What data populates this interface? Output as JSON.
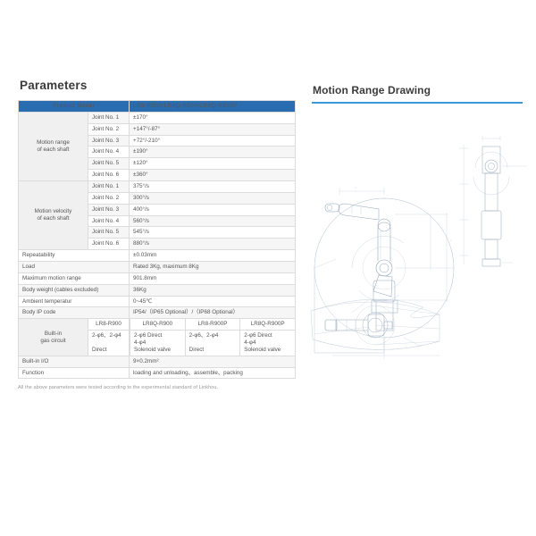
{
  "left": {
    "section_title": "Parameters",
    "table": {
      "header": {
        "col_label": "Product Model",
        "col_value": "LR8-R900/LR8Q-R900/LR8Q-R900P"
      },
      "motion_range": {
        "group_label": "Motion range\nof each shaft",
        "rows": [
          {
            "joint": "Joint No. 1",
            "value": "±170°"
          },
          {
            "joint": "Joint No. 2",
            "value": "+147°/-87°"
          },
          {
            "joint": "Joint No. 3",
            "value": "+72°/-210°"
          },
          {
            "joint": "Joint No. 4",
            "value": "±190°"
          },
          {
            "joint": "Joint No. 5",
            "value": "±120°"
          },
          {
            "joint": "Joint No. 6",
            "value": "±360°"
          }
        ]
      },
      "motion_velocity": {
        "group_label": "Motion velocity\nof each shaft",
        "rows": [
          {
            "joint": "Joint No. 1",
            "value": "375°/s"
          },
          {
            "joint": "Joint No. 2",
            "value": "300°/s"
          },
          {
            "joint": "Joint No. 3",
            "value": "400°/s"
          },
          {
            "joint": "Joint No. 4",
            "value": "560°/s"
          },
          {
            "joint": "Joint No. 5",
            "value": "545°/s"
          },
          {
            "joint": "Joint No. 6",
            "value": "880°/s"
          }
        ]
      },
      "simple_rows": [
        {
          "label": "Repeatability",
          "value": "±0.03mm"
        },
        {
          "label": "Load",
          "value": "Rated 3Kg, maximum 8Kg"
        },
        {
          "label": "Maximum motion range",
          "value": "901.8mm"
        },
        {
          "label": "Body weight (cables excluded)",
          "value": "36Kg"
        },
        {
          "label": "Ambient temperatur",
          "value": "0~45℃"
        },
        {
          "label": "Body IP code",
          "value": "IP54/（IP65 Optional）/（IP68 Optional）"
        }
      ],
      "gas_circuit": {
        "label": "Built-in\ngas circuit",
        "models": [
          "LR8-R900",
          "LR8Q-R900",
          "LR8-R900P",
          "LR8Q-R900P"
        ],
        "values": [
          "2-φ6、2-φ4\n\nDirect",
          "2-φ6 Direct\n4-φ4\nSolenoid valve",
          "2-φ6、2-φ4\n\nDirect",
          "2-φ6 Direct\n4-φ4\nSolenoid valve"
        ]
      },
      "tail_rows": [
        {
          "label": "Built-in I/O",
          "value": "9×0.2mm²"
        },
        {
          "label": "Function",
          "value": "loading and unloading、assemble、packing"
        }
      ]
    },
    "footnote": "All the above parameters were tested according to the experimental standard of Linkhou."
  },
  "right": {
    "section_title": "Motion Range Drawing",
    "drawing": {
      "side_view_name": "robot-side-view-motion-envelope",
      "front_view_name": "robot-front-view",
      "top_view_name": "robot-top-view-sweep"
    }
  },
  "colors": {
    "header_blue": "#2a6cb0",
    "accent_blue": "#3a9ad9",
    "row_alt": "#f6f6f6",
    "label_gray": "#eeeeee",
    "line_gray": "#dcdcdc",
    "cad_line": "#9fb6c9",
    "cad_dim": "#b9c6d4"
  }
}
